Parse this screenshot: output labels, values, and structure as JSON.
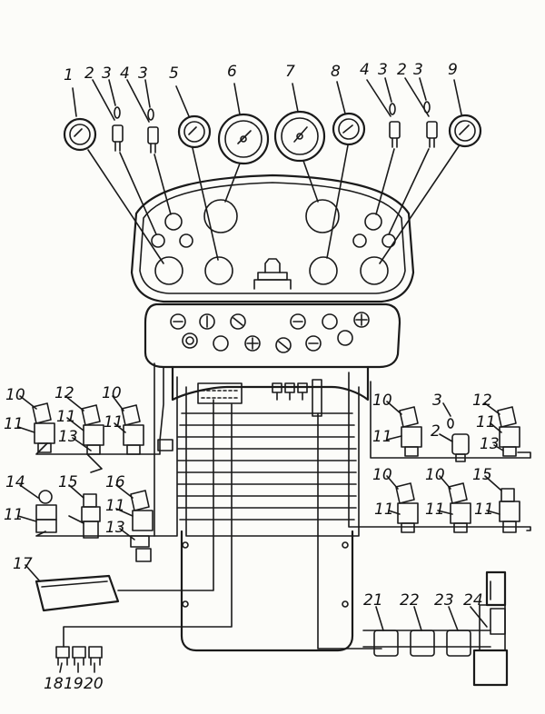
{
  "labels": {
    "l1": "1",
    "l2a": "2",
    "l3a": "3",
    "l4a": "4",
    "l3b": "3",
    "l5": "5",
    "l6": "6",
    "l7": "7",
    "l8": "8",
    "l4b": "4",
    "l3c": "3",
    "l2b": "2",
    "l3d": "3",
    "l9": "9",
    "l10a": "10",
    "l12a": "12",
    "l10b": "10",
    "l11a": "11",
    "l11b": "11",
    "l13a": "13",
    "l11c": "11",
    "l10c": "10",
    "l3e": "3",
    "l12b": "12",
    "l11d": "11",
    "l2c": "2",
    "l11e": "11",
    "l13b": "13",
    "l14": "14",
    "l15a": "15",
    "l16": "16",
    "l11f": "11",
    "l11g": "11",
    "l13c": "13",
    "l10d": "10",
    "l10e": "10",
    "l15b": "15",
    "l11h": "11",
    "l11i": "11",
    "l11j": "11",
    "l17": "17",
    "l21": "21",
    "l22": "22",
    "l23": "23",
    "l24": "24",
    "l18": "18",
    "l19": "19",
    "l20": "20"
  }
}
